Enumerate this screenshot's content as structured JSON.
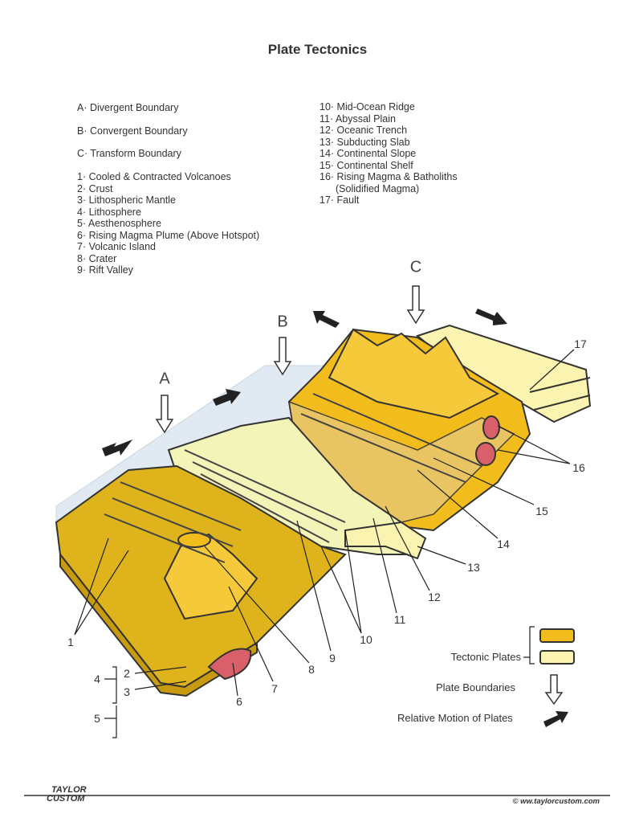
{
  "title": "Plate Tectonics",
  "legend_left": [
    "A· Divergent Boundary",
    "B· Convergent Boundary",
    "C· Transform Boundary",
    "1· Cooled & Contracted Volcanoes",
    "2· Crust",
    "3· Lithospheric Mantle",
    "4· Lithosphere",
    "5· Aesthenosphere",
    "6· Rising Magma Plume (Above Hotspot)",
    "7· Volcanic Island",
    "8· Crater",
    "9· Rift Valley"
  ],
  "legend_right": [
    "10· Mid-Ocean Ridge",
    "11· Abyssal Plain",
    "12· Oceanic Trench",
    "13· Subducting Slab",
    "14· Continental Slope",
    "15· Continental Shelf",
    "16· Rising Magma & Batholiths",
    "(Solidified Magma)",
    "17· Fault"
  ],
  "boundary_letters": {
    "a": "A",
    "b": "B",
    "c": "C"
  },
  "numbers": {
    "n1": "1",
    "n2": "2",
    "n3": "3",
    "n4": "4",
    "n5": "5",
    "n6": "6",
    "n7": "7",
    "n8": "8",
    "n9": "9",
    "n10": "10",
    "n11": "11",
    "n12": "12",
    "n13": "13",
    "n14": "14",
    "n15": "15",
    "n16": "16",
    "n17": "17"
  },
  "key": {
    "plates": "Tectonic Plates",
    "boundaries": "Plate Boundaries",
    "motion": "Relative Motion of Plates"
  },
  "colors": {
    "plate_dark": "#f2bd1c",
    "plate_light": "#fbf3b0",
    "ocean": "#c9d9e8",
    "magma": "#d9606a",
    "arrow": "#222222"
  },
  "footer": {
    "logo_line1": "TAYLOR",
    "logo_line2": "CUSTOM",
    "copyright": "© ww.taylorcustom.com"
  }
}
